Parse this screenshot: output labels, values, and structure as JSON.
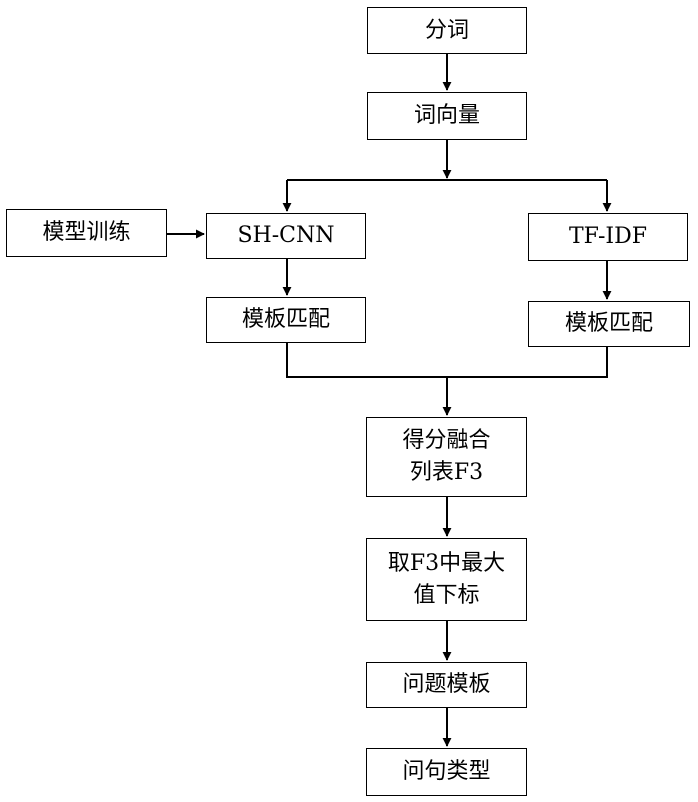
{
  "nodes": {
    "tokenize": "分词",
    "word_vector": "词向量",
    "model_training": "模型训练",
    "sh_cnn": "SH-CNN",
    "tf_idf": "TF-IDF",
    "template_match_left": "模板匹配",
    "template_match_right": "模板匹配",
    "score_fusion": "得分融合\n列表F3",
    "max_index": "取F3中最大\n值下标",
    "question_template": "问题模板",
    "question_type": "问句类型"
  }
}
